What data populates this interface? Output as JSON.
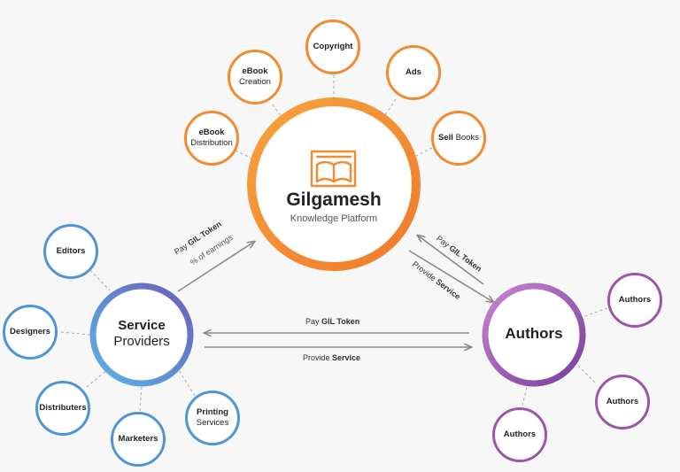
{
  "hub": {
    "title": "Gilgamesh",
    "subtitle": "Knowledge Platform"
  },
  "platform_services": [
    {
      "line1": "eBook",
      "line2": "Distribution"
    },
    {
      "line1": "eBook",
      "line2": "Creation"
    },
    {
      "line1": "Copyright",
      "line2": ""
    },
    {
      "line1": "Ads",
      "line2": ""
    },
    {
      "line1": "Sell",
      "line2": "Books"
    }
  ],
  "service_providers": {
    "title_line1": "Service",
    "title_line2": "Providers",
    "satellites": [
      {
        "line1": "Editors",
        "line2": ""
      },
      {
        "line1": "Designers",
        "line2": ""
      },
      {
        "line1": "Distributers",
        "line2": ""
      },
      {
        "line1": "Marketers",
        "line2": ""
      },
      {
        "line1": "Printing",
        "line2": "Services"
      }
    ]
  },
  "authors": {
    "title": "Authors",
    "satellites": [
      "Authors",
      "Authors",
      "Authors"
    ]
  },
  "flows": {
    "sp_to_hub": {
      "pay": "Pay",
      "token": "GIL Token",
      "note": "% of earnings"
    },
    "hub_authors": {
      "pay": "Pay",
      "token": "GIL Token",
      "provide": "Provide",
      "service": "Service"
    },
    "authors_sp": {
      "pay": "Pay",
      "token": "GIL Token",
      "provide": "Provide",
      "service": "Service"
    }
  },
  "colors": {
    "orange": "#f28a30",
    "blue": "#4e95d6",
    "purple": "#9b57a6",
    "arrow": "#8a8a8a"
  }
}
